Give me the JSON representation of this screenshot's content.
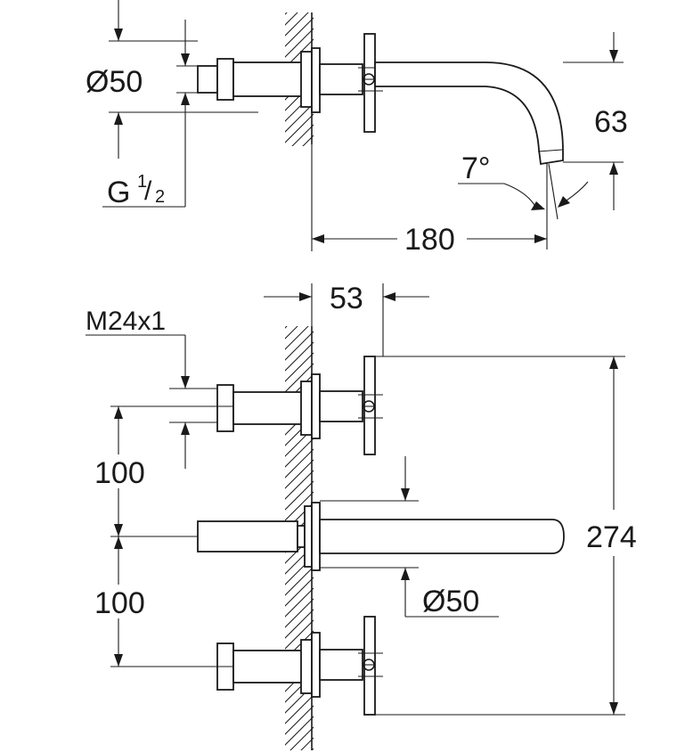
{
  "side_view": {
    "diameter_label": "Ø50",
    "thread_label_main": "G",
    "thread_label_num": "1",
    "thread_label_slash": "/",
    "thread_label_den": "2",
    "angle_label": "7°",
    "height_label": "63",
    "projection_label": "180"
  },
  "front_view": {
    "depth_label": "53",
    "thread_label": "M24x1",
    "upper_spacing_label": "100",
    "lower_spacing_label": "100",
    "spout_diameter_label": "Ø50",
    "total_height_label": "274"
  }
}
